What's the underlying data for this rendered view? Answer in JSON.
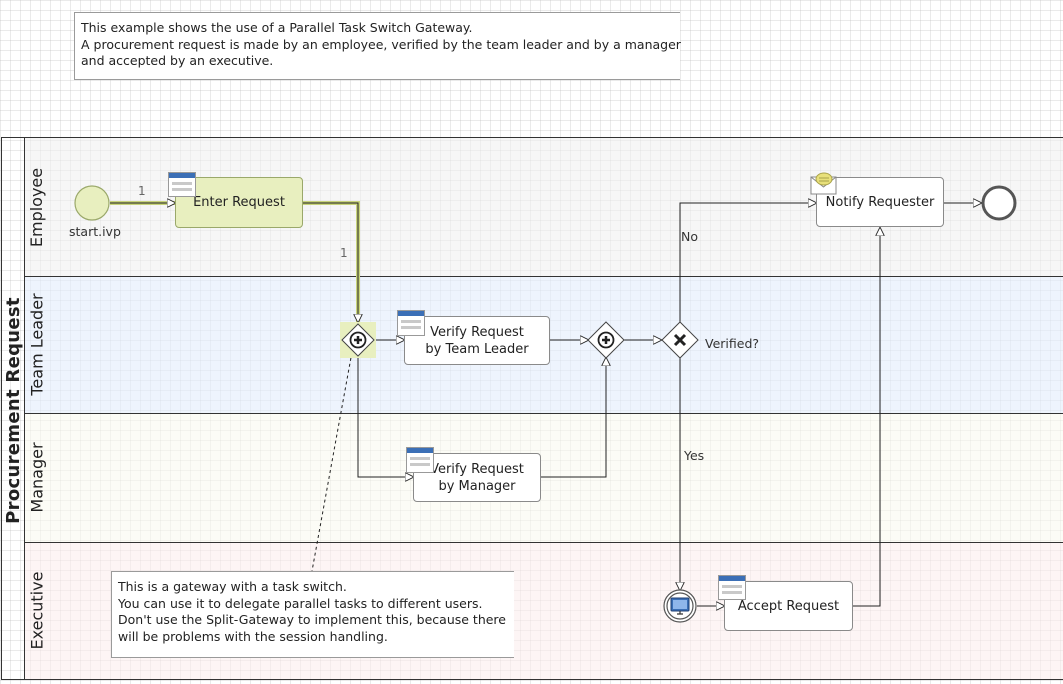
{
  "top_note": {
    "lines": [
      "This example shows the use of a Parallel Task Switch Gateway.",
      "A procurement request is made by an employee, verified by the team leader and by a manager",
      "and accepted by an executive."
    ]
  },
  "pool": {
    "title": "Procurement Request",
    "lanes": [
      {
        "name": "Employee",
        "color": "#f4f4f4"
      },
      {
        "name": "Team Leader",
        "color": "#eef3fd"
      },
      {
        "name": "Manager",
        "color": "#fbfbf3"
      },
      {
        "name": "Executive",
        "color": "#fdf3f3"
      }
    ]
  },
  "elements": {
    "start_label": "start.ivp",
    "enter_request": "Enter Request",
    "verify_team_leader": "Verify Request\nby Team Leader",
    "verify_manager": "Verify Request\nby Manager",
    "notify_requester": "Notify Requester",
    "accept_request": "Accept Request",
    "decision_label": "Verified?",
    "no_label": "No",
    "yes_label": "Yes",
    "seq_num_1": "1",
    "seq_num_2": "1"
  },
  "bottom_note": {
    "lines": [
      "This is a gateway with a task switch.",
      "You can use it to delegate parallel tasks to different users.",
      "Don't use the Split-Gateway to implement this, because there",
      "will be problems with the session handling."
    ]
  },
  "colors": {
    "highlight_fill": "#e8efbf",
    "highlight_stroke": "#c8d47a",
    "task_header": "#3b6fb6",
    "line": "#222222"
  }
}
